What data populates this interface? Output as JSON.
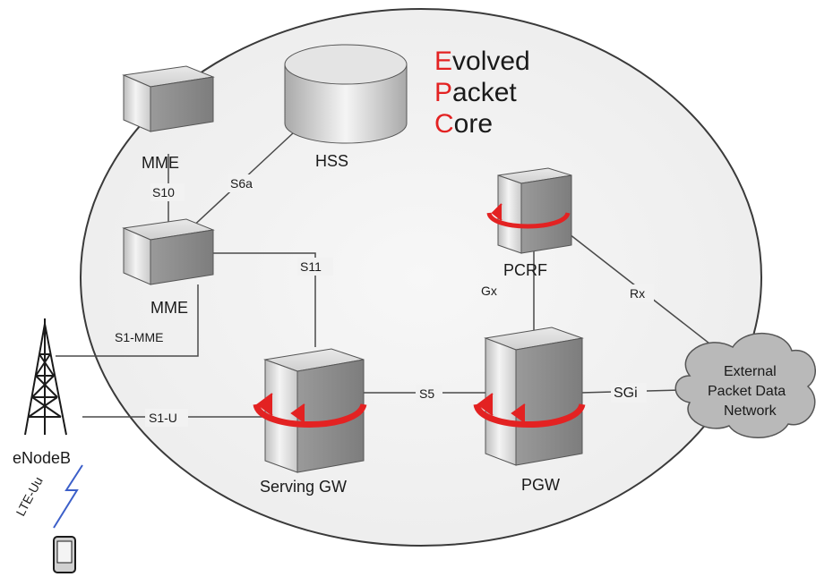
{
  "title": {
    "lines": [
      {
        "first": "E",
        "rest": "volved"
      },
      {
        "first": "P",
        "rest": "acket"
      },
      {
        "first": "C",
        "rest": "ore"
      }
    ]
  },
  "nodes": {
    "mme_top": "MME",
    "mme_bottom": "MME",
    "hss": "HSS",
    "pcrf": "PCRF",
    "serving_gw": "Serving GW",
    "pgw": "PGW",
    "enodeb": "eNodeB",
    "external_network": [
      "External",
      "Packet Data",
      "Network"
    ]
  },
  "interfaces": {
    "s10": "S10",
    "s6a": "S6a",
    "s11": "S11",
    "s1_mme": "S1-MME",
    "s1_u": "S1-U",
    "s5": "S5",
    "gx": "Gx",
    "rx": "Rx",
    "sgi": "SGi",
    "lte_uu": "LTE-Uu"
  },
  "colors": {
    "accent_red": "#e32222",
    "ellipse_fill": "#f2f2f2",
    "ellipse_stroke": "#3a3a3a",
    "cloud_fill": "#b9b9b9"
  }
}
